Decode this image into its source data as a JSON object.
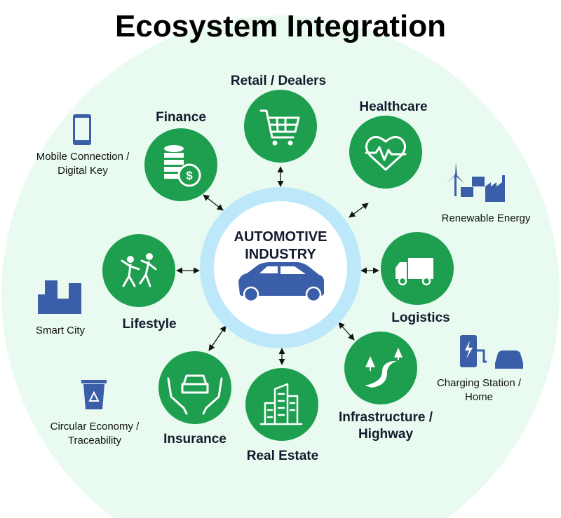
{
  "title": "Ecosystem Integration",
  "center": {
    "line1": "AUTOMOTIVE",
    "line2": "INDUSTRY",
    "icon": "car-icon"
  },
  "sectors": [
    {
      "label": "Retail / Dealers",
      "icon": "shopping-cart-icon"
    },
    {
      "label": "Finance",
      "icon": "coins-dollar-icon"
    },
    {
      "label": "Healthcare",
      "icon": "heart-pulse-icon"
    },
    {
      "label": "Lifestyle",
      "icon": "dancing-people-icon"
    },
    {
      "label": "Logistics",
      "icon": "truck-icon"
    },
    {
      "label": "Insurance",
      "icon": "hands-car-icon"
    },
    {
      "label": "Real Estate",
      "icon": "buildings-icon"
    },
    {
      "label_line1": "Infrastructure /",
      "label_line2": "Highway",
      "icon": "road-trees-icon"
    }
  ],
  "peripheral": [
    {
      "line1": "Mobile Connection /",
      "line2": "Digital Key",
      "icon": "smartphone-icon"
    },
    {
      "line1": "Renewable Energy",
      "icon": "wind-solar-factory-icon"
    },
    {
      "line1": "Smart City",
      "icon": "city-icon"
    },
    {
      "line1": "Charging Station /",
      "line2": "Home",
      "icon": "charging-station-icon"
    },
    {
      "line1": "Circular Economy /",
      "line2": "Traceability",
      "icon": "recycle-bin-icon"
    }
  ],
  "colors": {
    "green": "#1e9e4f",
    "blue": "#3b5ea8",
    "background": "#e9fbf0",
    "ring": "#bde8fa"
  }
}
